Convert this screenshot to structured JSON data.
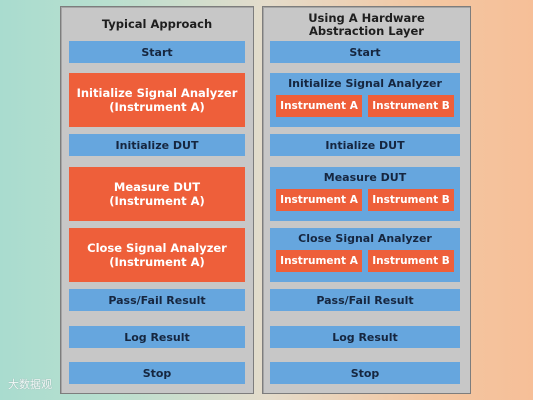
{
  "left": {
    "title": "Typical Approach",
    "start": "Start",
    "init_analyzer_line1": "Initialize Signal Analyzer",
    "init_analyzer_line2": "(Instrument A)",
    "init_dut": "Initialize DUT",
    "measure_line1": "Measure DUT",
    "measure_line2": "(Instrument A)",
    "close_line1": "Close Signal Analyzer",
    "close_line2": "(Instrument A)",
    "pass_fail": "Pass/Fail Result",
    "log": "Log Result",
    "stop": "Stop"
  },
  "right": {
    "title_line1": "Using A Hardware",
    "title_line2": "Abstraction Layer",
    "start": "Start",
    "init_analyzer": "Initialize Signal Analyzer",
    "init_dut": "Intialize DUT",
    "measure": "Measure DUT",
    "close": "Close Signal Analyzer",
    "pass_fail": "Pass/Fail Result",
    "log": "Log Result",
    "stop": "Stop",
    "instrument_a": "Instrument A",
    "instrument_b": "Instrument B"
  },
  "watermark": "大数据观",
  "colors": {
    "blue": "#66a6de",
    "orange": "#ee5f3a",
    "panel": "#c7c7c7"
  }
}
